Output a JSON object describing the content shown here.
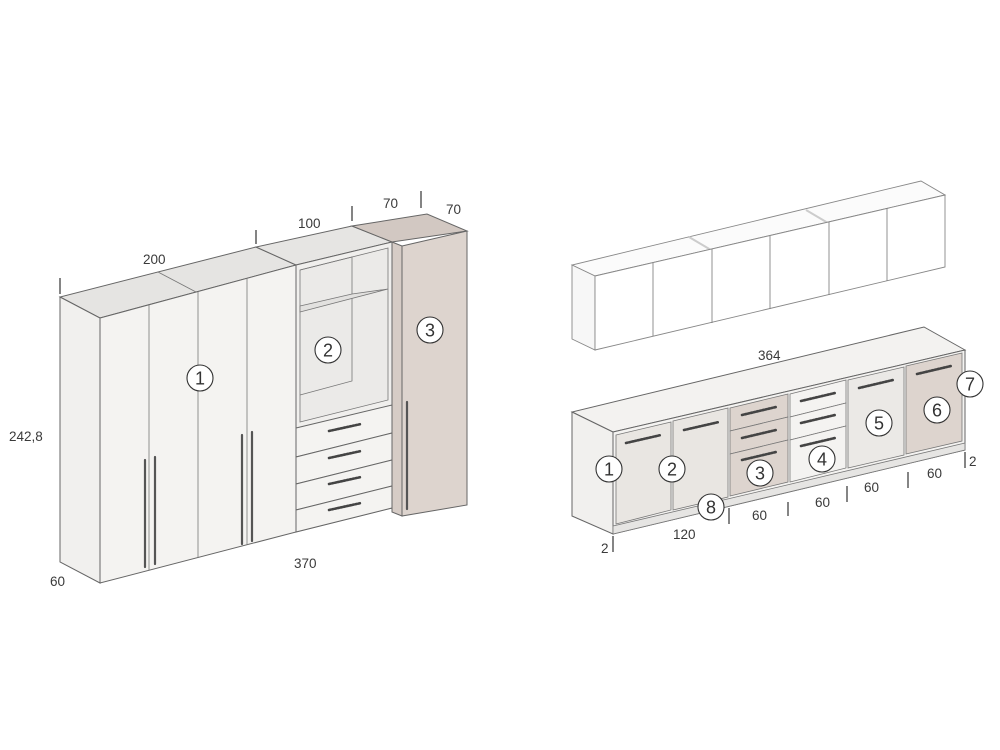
{
  "wardrobe": {
    "dimensions": {
      "width_total": "200",
      "width_module2": "100",
      "width_module3": "70",
      "depth_module3": "70",
      "height": "242,8",
      "depth": "60",
      "length_total": "370"
    },
    "callouts": [
      "1",
      "2",
      "3"
    ],
    "colors": {
      "body": "#f2f1ef",
      "top": "#e5e4e2",
      "accent": "#ddd4ce",
      "accent_top": "#d2c8c2"
    }
  },
  "kitchen": {
    "dimensions": {
      "wall_length": "364",
      "module_120": "120",
      "module_60a": "60",
      "module_60b": "60",
      "module_60c": "60",
      "module_60d": "60",
      "plinth_left": "2",
      "plinth_right": "2"
    },
    "callouts": [
      "1",
      "2",
      "3",
      "4",
      "5",
      "6",
      "7",
      "8"
    ],
    "colors": {
      "body": "#f3f2f0",
      "door": "#e9e6e2",
      "accent": "#ddd4ce",
      "wall_unit": "#ffffff"
    }
  }
}
